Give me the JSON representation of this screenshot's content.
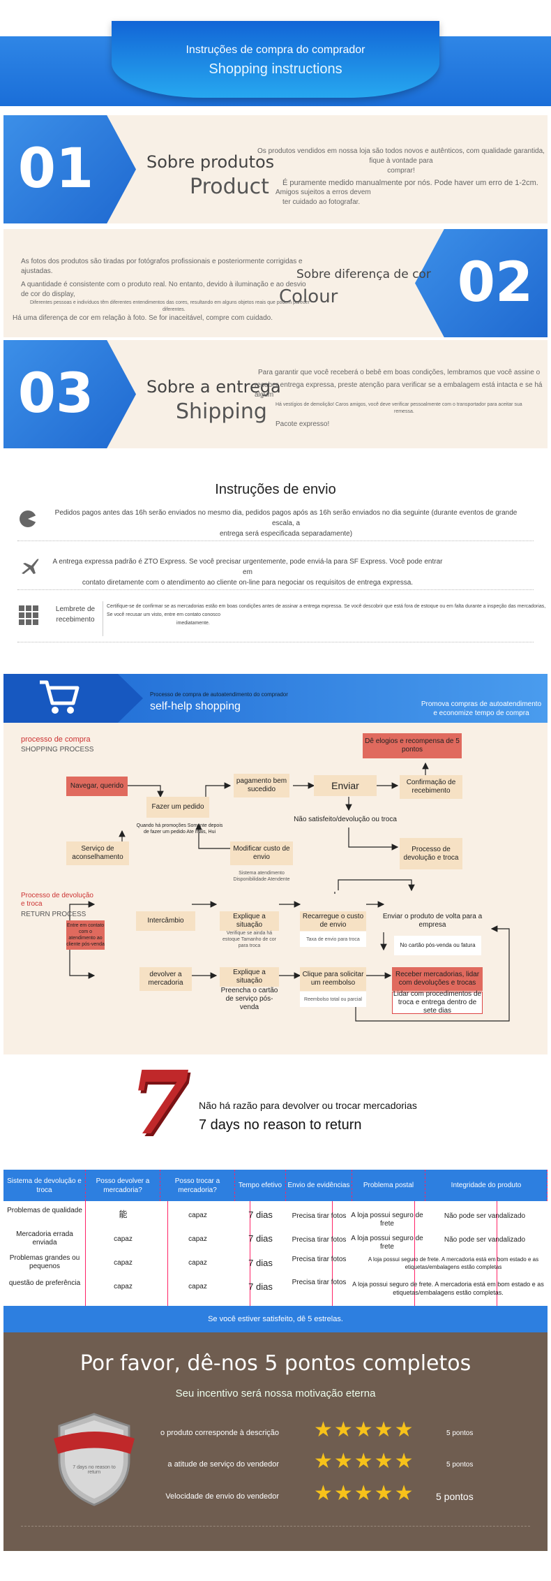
{
  "header": {
    "title_pt": "Instruções de compra do comprador",
    "title_en": "Shopping instructions"
  },
  "sections": [
    {
      "num": "01",
      "title": "Sobre produtos",
      "subtitle": "Product",
      "lines": [
        "Os produtos vendidos em nossa loja são todos novos e autênticos, com qualidade garantida, fique à vontade para",
        "comprar!",
        "É puramente medido manualmente por nós. Pode haver um erro de 1-2cm.",
        "Amigos sujeitos a erros devem",
        "ter cuidado ao fotografar."
      ]
    },
    {
      "num": "02",
      "title": "Sobre diferença de cor",
      "subtitle": "Colour",
      "lines": [
        "As fotos dos produtos são tiradas por fotógrafos profissionais e posteriormente corrigidas e ajustadas.",
        "A quantidade é consistente com o produto real. No entanto, devido à iluminação e ao desvio de cor do display,",
        "Diferentes pessoas e indivíduos têm diferentes entendimentos das cores, resultando em alguns objetos reais que podem parecer",
        "diferentes.",
        "Há uma diferença de cor em relação à foto. Se for inaceitável, compre com cuidado."
      ]
    },
    {
      "num": "03",
      "title": "Sobre a entrega",
      "subtitle": "Shipping",
      "lines": [
        "Para garantir que você receberá o bebê em boas condições, lembramos que você assine o",
        "receber entrega expressa, preste atenção para verificar se a embalagem está intacta e se há algum",
        "Há vestígios de demolição! Caros amigos, você deve verificar pessoalmente com o transportador para aceitar sua",
        "remessa.",
        "Pacote expresso!"
      ]
    }
  ],
  "shipping": {
    "title": "Instruções de envio",
    "rows": [
      {
        "icon": "pie-icon",
        "label": "",
        "lines": [
          "Pedidos pagos antes das 16h serão enviados no mesmo dia, pedidos pagos após as 16h serão enviados no dia seguinte (durante eventos de grande escala, a",
          "entrega será especificada separadamente)"
        ]
      },
      {
        "icon": "airplane-icon",
        "label": "",
        "lines": [
          "A entrega expressa padrão é ZTO Express. Se você precisar urgentemente, pode enviá-la para SF Express. Você pode entrar em",
          "contato diretamente com o atendimento ao cliente on-line para negociar os requisitos de entrega expressa."
        ]
      },
      {
        "icon": "grid-icon",
        "label": "Lembrete de recebimento",
        "lines": [
          "Certifique-se de confirmar se as mercadorias estão em boas condições antes de assinar a entrega expressa. Se você descobrir que está fora de estoque ou em falta durante a inspeção das mercadorias,",
          "Se você recusar um visto, entre em contato conosco",
          "imediatamente."
        ]
      }
    ]
  },
  "process": {
    "small_title": "Processo de compra de autoatendimento do comprador",
    "en_title": "self-help shopping",
    "right_note": "Promova compras de autoatendimento e economize tempo de compra",
    "shop_title": "processo de compra",
    "shop_title_en": "SHOPPING PROCESS",
    "return_title": "Processo de devolução e troca",
    "return_title_en": "RETURN PROCESS",
    "boxes": {
      "browse": "Navegar, querido",
      "order": "Fazer um pedido",
      "order_note": "Quando há promoções Somente depois de fazer um pedido Ate mais, Hui",
      "pay": "pagamento bem sucedido",
      "send": "Enviar",
      "confirm": "Confirmação de recebimento",
      "praise": "Dê elogios e recompensa de 5 pontos",
      "unsatisfied": "Não satisfeito/devolução ou troca",
      "service": "Serviço de aconselhamento",
      "modify": "Modificar custo de envio",
      "modify_note": "Sistema atendimento Disponibilidade Atendente",
      "return_proc": "Processo de devolução e troca",
      "contact": "Entre em contato com o atendimento ao cliente pós-venda",
      "exchange": "Intercâmbio",
      "explain1": "Explique a situação",
      "explain1_note": "Verifique se ainda há estoque Tamanho de cor para troca",
      "recharge": "Recarregue o custo de envio",
      "recharge_note": "Taxa de envio para troca",
      "send_back": "Enviar o produto de volta para a empresa",
      "invoice": "No cartão pós-venda ou fatura",
      "return": "devolver a mercadoria",
      "explain2": "Explique a situação",
      "fill": "Preencha o cartão de serviço pós-venda",
      "refund": "Clique para solicitar um reembolso",
      "refund_note": "Reembolso total ou parcial",
      "receive": "Receber mercadorias, lidar com devoluções e trocas",
      "deal": "Lidar com procedimentos de troca e entrega dentro de sete dias"
    }
  },
  "seven_days": {
    "digit": "7",
    "title_pt": "Não há razão para devolver ou trocar mercadorias",
    "title_en": "7 days no reason to return"
  },
  "table": {
    "headers": [
      "Sistema de devolução e troca",
      "Posso devolver a mercadoria?",
      "Posso trocar a mercadoria?",
      "Tempo efetivo",
      "Envio de evidências",
      "Problema postal",
      "Integridade do produto"
    ],
    "rows": [
      [
        "Problemas de qualidade",
        "能",
        "capaz",
        "7 dias",
        "Precisa tirar fotos",
        "A loja possui seguro de frete",
        "Não pode ser vandalizado"
      ],
      [
        "Mercadoria errada enviada",
        "capaz",
        "capaz",
        "7 dias",
        "Precisa tirar fotos",
        "A loja possui seguro de frete",
        "Não pode ser vandalizado"
      ],
      [
        "Problemas grandes ou pequenos",
        "capaz",
        "capaz",
        "7 dias",
        "Precisa tirar fotos",
        "A loja possui seguro de frete. A mercadoria está em bom estado e as etiquetas/embalagens estão completas",
        ""
      ],
      [
        "questão de preferência",
        "capaz",
        "capaz",
        "7 dias",
        "Precisa tirar fotos",
        "A loja possui seguro de frete. A mercadoria está em bom estado e as etiquetas/embalagens estão completas.",
        ""
      ]
    ],
    "footer": "Se você estiver satisfeito, dê 5 estrelas."
  },
  "rating": {
    "title": "Por favor, dê-nos 5 pontos completos",
    "subtitle": "Seu incentivo será nossa motivação eterna",
    "badge_text": "7 days no reason to return",
    "rows": [
      {
        "label": "o produto corresponde à descrição",
        "points": "5 pontos",
        "stars": 5
      },
      {
        "label": "a atitude de serviço do vendedor",
        "points": "5 pontos",
        "stars": 5
      },
      {
        "label": "Velocidade de envio do vendedor",
        "points": "5 pontos",
        "stars": 5
      }
    ]
  },
  "colors": {
    "blue": "#2d7fe0",
    "beige": "#f8f0e6",
    "red": "#e06a5e",
    "brown": "#6f5d50",
    "star": "#f7c21a"
  }
}
